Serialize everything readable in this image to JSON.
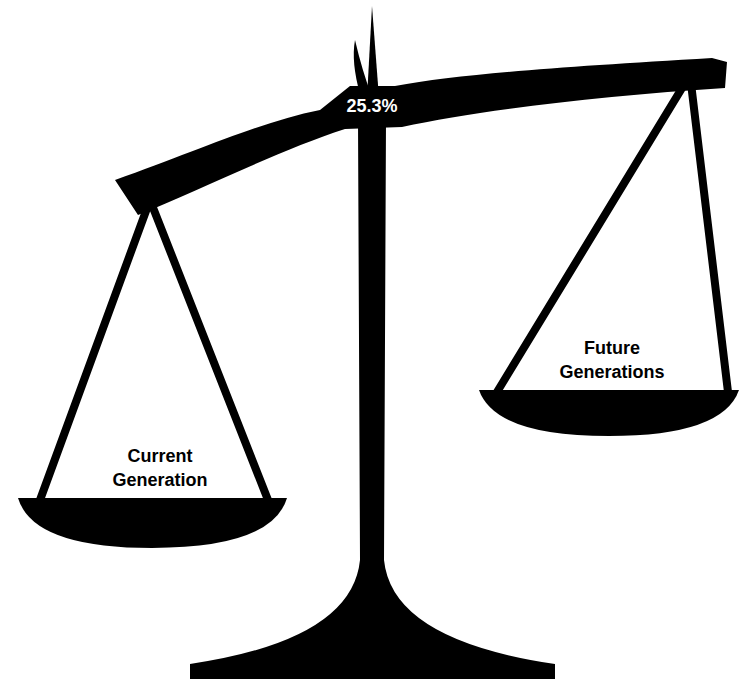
{
  "diagram": {
    "nodes": [
      {
        "text": [
          "Current Generation"
        ]
      },
      {
        "text": [
          "Future Generations"
        ]
      }
    ],
    "labels": [
      "25.3%"
    ]
  }
}
